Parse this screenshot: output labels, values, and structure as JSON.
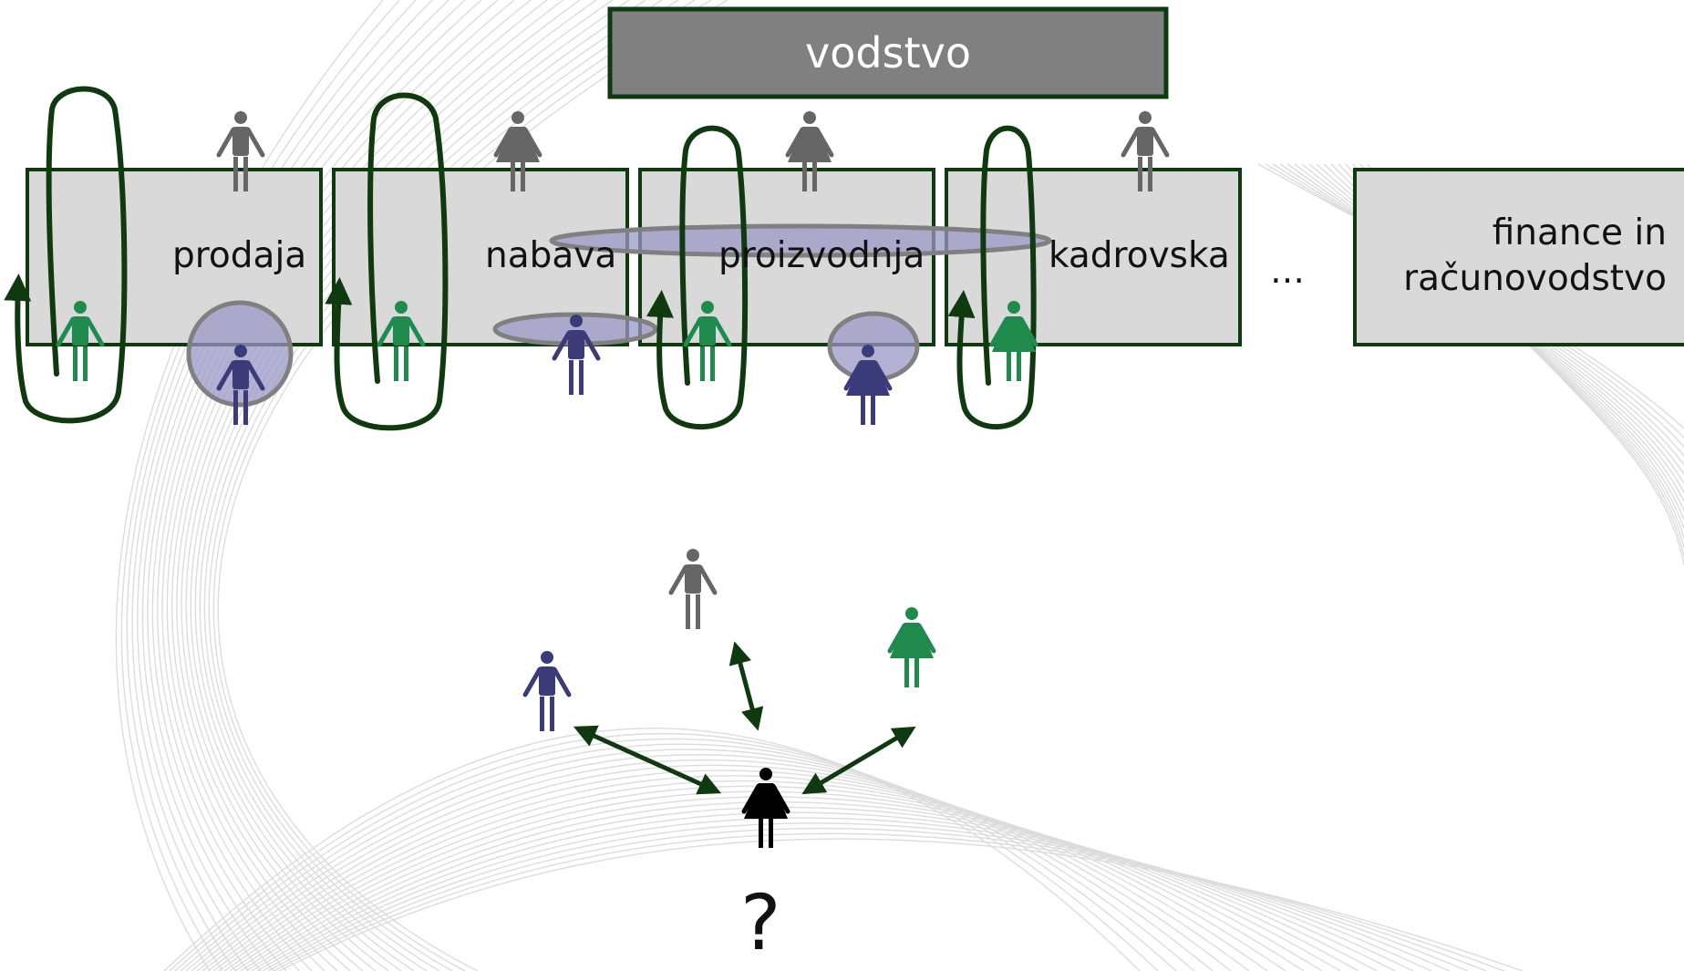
{
  "header": {
    "label": "vodstvo",
    "fill": "#808080",
    "border": "#1e3d1e",
    "text_color": "#ffffff"
  },
  "departments": [
    {
      "label": "prodaja"
    },
    {
      "label": "nabava"
    },
    {
      "label": "proizvodnja"
    },
    {
      "label": "kadrovska"
    },
    {
      "label": "finance in računovodstvo",
      "lines": [
        "finance in",
        "računovodstvo"
      ]
    }
  ],
  "ellipsis": "…",
  "question_mark": "?",
  "colors": {
    "box_fill": "#d9d9d9",
    "box_border": "#0f3a0f",
    "loop": "#0f3a0f",
    "green_person": "#1f8a4c",
    "blue_person": "#3b3b7a",
    "gray_person": "#666666",
    "black_person": "#000000",
    "highlight_fill": "#9a97c6",
    "highlight_border": "#808080",
    "background_lines": "#dcdcdc"
  },
  "icons": [
    "person-male-icon",
    "person-female-icon",
    "loop-arrow-icon",
    "double-arrow-icon"
  ]
}
